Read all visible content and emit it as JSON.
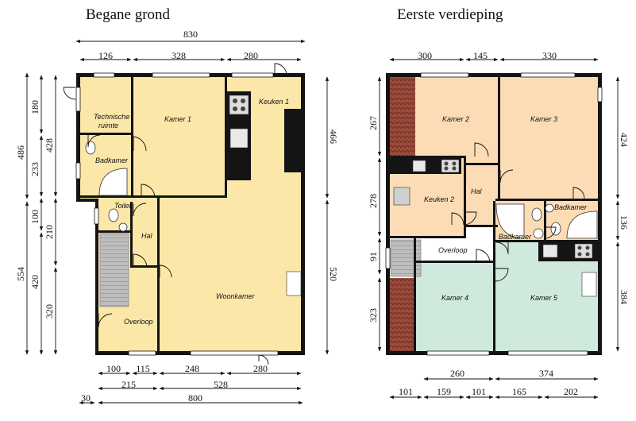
{
  "titles": {
    "ground": "Begane grond",
    "first": "Eerste verdieping"
  },
  "ground": {
    "dims_top": {
      "total": "830",
      "a": "126",
      "b": "328",
      "c": "280"
    },
    "dims_left_outer": {
      "a": "486",
      "b": "554"
    },
    "dims_left_inner": {
      "a": "180",
      "b": "233",
      "c": "100",
      "d": "420"
    },
    "dims_left_third": {
      "a": "428",
      "b": "210",
      "c": "320"
    },
    "dims_right": {
      "a": "466",
      "b": "520"
    },
    "dims_bottom_row1": {
      "a": "100",
      "b": "115",
      "c": "248",
      "d": "280"
    },
    "dims_bottom_row2": {
      "a": "215",
      "b": "528"
    },
    "dims_bottom_row3": {
      "a": "30",
      "b": "800"
    },
    "rooms": {
      "technische": "Technische",
      "technische2": "ruimte",
      "kamer1": "Kamer 1",
      "keuken1": "Keuken 1",
      "badkamer": "Badkamer",
      "toilet": "Toilet",
      "hal": "Hal",
      "woonkamer": "Woonkamer",
      "overloop": "Overloop"
    }
  },
  "first": {
    "dims_top": {
      "a": "300",
      "b": "145",
      "c": "330"
    },
    "dims_left": {
      "a": "267",
      "b": "278",
      "c": "91",
      "d": "323"
    },
    "dims_right": {
      "a": "424",
      "b": "136",
      "c": "384"
    },
    "dims_bottom_row1": {
      "a": "260",
      "b": "374"
    },
    "dims_bottom_row2": {
      "a": "101",
      "b": "159",
      "c": "101",
      "d": "165",
      "e": "202"
    },
    "rooms": {
      "kamer2": "Kamer 2",
      "kamer3": "Kamer 3",
      "keuken2": "Keuken 2",
      "hal": "Hal",
      "badkamer_right": "Badkamer",
      "badkamer_left": "Badkamer",
      "overloop": "Overloop",
      "kamer4": "Kamer 4",
      "kamer5": "Kamer 5"
    }
  },
  "colors": {
    "ground_floor": "#fbe7a8",
    "first_peach": "#fbdcb5",
    "first_mint": "#cfe9dc",
    "roof": "#9b4a3a",
    "wall": "#141414",
    "stairs": "#b9b9b9"
  }
}
